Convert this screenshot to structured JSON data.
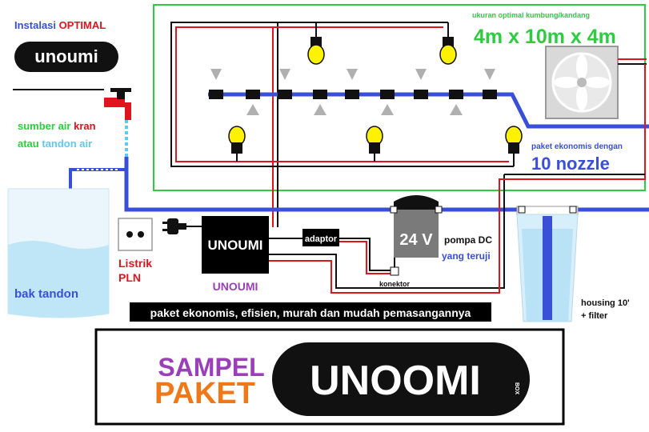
{
  "brand": {
    "instalasi": "Instalasi",
    "optimal": "OPTIMAL",
    "logo_text": "unoumi",
    "logo_text_large": "UNOOMI",
    "logo_small": "BOX"
  },
  "source": {
    "line1_green": "sumber air",
    "line1_red": "kran",
    "line2_green": "atau",
    "line2_blue": "tandon air"
  },
  "tank_label": "bak tandon",
  "power": {
    "line1": "Listrik",
    "line2": "PLN"
  },
  "controller": {
    "label": "UNOUMI",
    "caption": "UNOUMI"
  },
  "adaptor_label": "adaptor",
  "konektor_label": "konektor",
  "pump": {
    "voltage": "24 V",
    "label1": "pompa DC",
    "label2": "yang teruji"
  },
  "room": {
    "size_caption": "ukuran optimal kumbung/kandang",
    "size": "4m x 10m x 4m",
    "paket_caption": "paket ekonomis dengan",
    "nozzles": "10 nozzle"
  },
  "filter": {
    "line1": "housing 10'",
    "line2": "+ filter"
  },
  "banner": "paket ekonomis, efisien, murah dan mudah pemasangannya",
  "sample": {
    "line1": "SAMPEL",
    "line2": "PAKET"
  },
  "colors": {
    "green": "#2ecc40",
    "red": "#e0141e",
    "blue": "#3a4fd8",
    "lightblue": "#5ec8f0",
    "purple": "#9b3fb8",
    "orange": "#f07818",
    "bulb": "#fff200"
  }
}
